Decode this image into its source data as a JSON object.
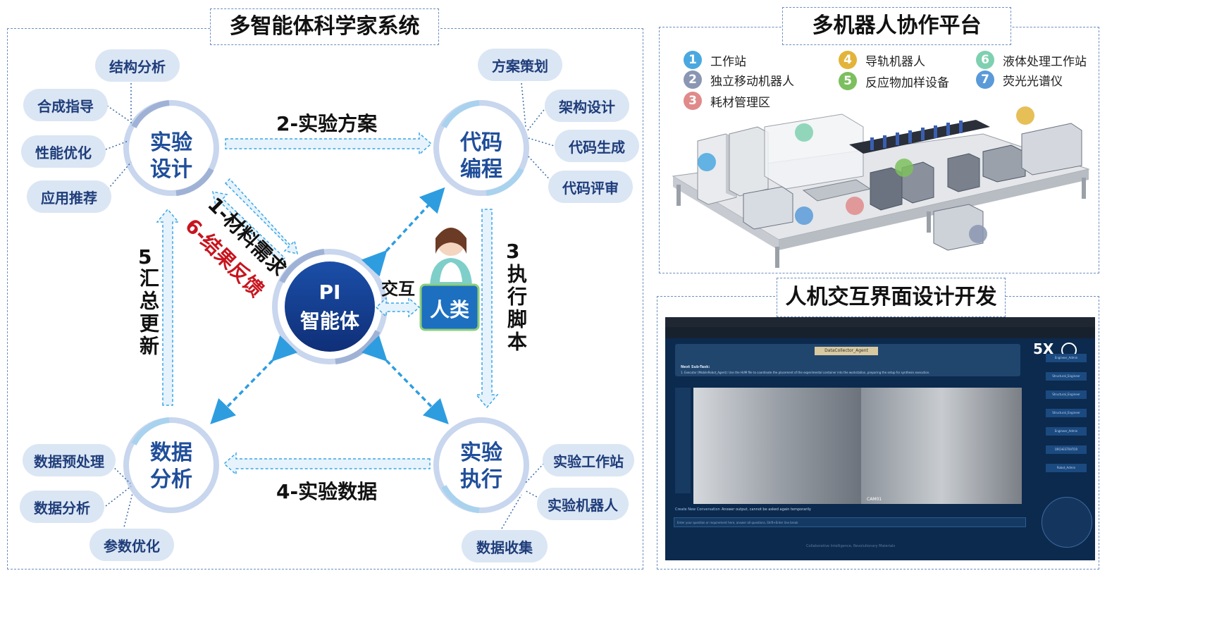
{
  "left": {
    "title": "多智能体科学家系统",
    "nodes": {
      "design": "实验\n设计",
      "coding": "代码\n编程",
      "analysis": "数据\n分析",
      "execution": "实验\n执行",
      "center_top": "PI",
      "center_bottom": "智能体",
      "human": "人类"
    },
    "edges": {
      "e1": "1-材料需求",
      "e2": "2-实验方案",
      "e3_num": "3",
      "e3_text": "执行脚本",
      "e4": "4-实验数据",
      "e5_num": "5",
      "e5_text": "汇总更新",
      "e6": "6-结果反馈",
      "interact": "交互"
    },
    "pills": {
      "design": [
        "结构分析",
        "合成指导",
        "性能优化",
        "应用推荐"
      ],
      "coding": [
        "方案策划",
        "架构设计",
        "代码生成",
        "代码评审"
      ],
      "analysis": [
        "数据预处理",
        "数据分析",
        "参数优化"
      ],
      "execution": [
        "实验工作站",
        "实验机器人",
        "数据收集"
      ]
    }
  },
  "top_right": {
    "title": "多机器人协作平台",
    "legend": [
      {
        "num": "1",
        "label": "工作站",
        "color": "#4aa8e0"
      },
      {
        "num": "2",
        "label": "独立移动机器人",
        "color": "#8a96b2"
      },
      {
        "num": "3",
        "label": "耗材管理区",
        "color": "#e08a8a"
      },
      {
        "num": "4",
        "label": "导轨机器人",
        "color": "#e2b43a"
      },
      {
        "num": "5",
        "label": "反应物加样设备",
        "color": "#7cbf5e"
      },
      {
        "num": "6",
        "label": "液体处理工作站",
        "color": "#7fd0b0"
      },
      {
        "num": "7",
        "label": "荧光光谱仪",
        "color": "#5a9ad8"
      }
    ]
  },
  "bottom_right": {
    "title": "人机交互界面设计开发",
    "speed": "5X",
    "agent_header": "DataCollector_Agent",
    "subtask_label": "Next Sub-Task:",
    "subtask_text": "1. Executor (MobileRobot_Agent): Use the HUM file to coordinate the placement of the experimental container into the workstation, preparing the setup for synthesis execution.",
    "cam_label": "CAM01",
    "status_text": "Answer output, cannot be asked again temporarily",
    "create_label": "Create New Conversation",
    "input_placeholder": "Enter your question or requirement here, answer all questions, Shift+Enter line break",
    "footer": "Collaborative Intelligence, Revolutionary Materials",
    "agents": [
      "Engineer_Admin",
      "Structural_Engineer",
      "Structural_Engineer",
      "Structural_Engineer",
      "Engineer_Admin",
      "ORCHESTRATOR",
      "Robot_Admin"
    ]
  }
}
